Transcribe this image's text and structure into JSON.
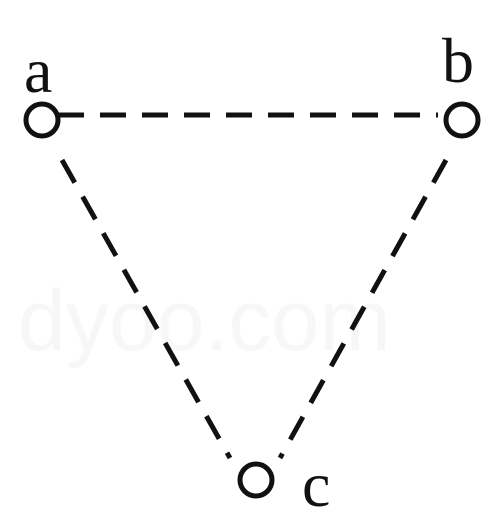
{
  "diagram": {
    "labels": {
      "a": "a",
      "b": "b",
      "c": "c"
    },
    "watermark": "dyoo.com",
    "colors": {
      "line": "#111111",
      "node_fill": "#ffffff",
      "background": "#ffffff",
      "watermark": "#e9e9e9"
    }
  }
}
